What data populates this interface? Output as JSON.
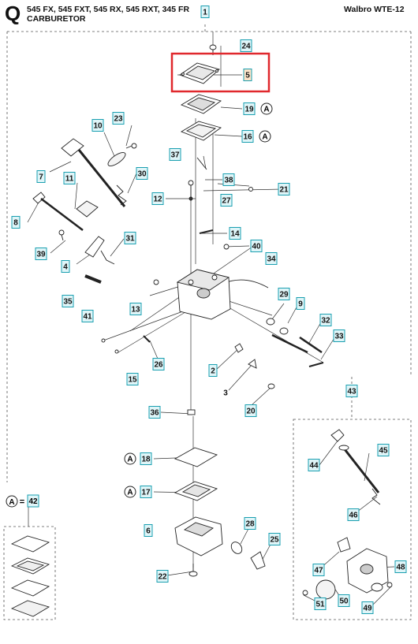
{
  "header": {
    "section_letter": "Q",
    "models": "545 FX, 545 FXT, 545 RX, 545 RXT, 345 FR",
    "subtitle": "CARBURETOR",
    "carb_model": "Walbro WTE-12"
  },
  "kit_legend": {
    "symbol": "A",
    "equals": "=",
    "kit_part": "42"
  },
  "callouts": [
    "1",
    "2",
    "3",
    "4",
    "5",
    "6",
    "7",
    "8",
    "9",
    "10",
    "11",
    "12",
    "13",
    "14",
    "15",
    "16",
    "17",
    "18",
    "19",
    "20",
    "21",
    "22",
    "23",
    "24",
    "25",
    "26",
    "27",
    "28",
    "29",
    "30",
    "31",
    "32",
    "33",
    "34",
    "35",
    "36",
    "37",
    "38",
    "39",
    "40",
    "41",
    "43",
    "44",
    "45",
    "46",
    "47",
    "48",
    "49",
    "50",
    "51"
  ],
  "kit_markers": {
    "19": "A",
    "16": "A",
    "18": "A",
    "17": "A"
  },
  "highlighted_part": "5",
  "colors": {
    "callout_fill": "#dff5f8",
    "callout_border": "#1a9fb0",
    "highlight_box": "#e0282d",
    "highlight_fill": "#fde3c8",
    "line": "#333333",
    "dash": "#555555"
  }
}
